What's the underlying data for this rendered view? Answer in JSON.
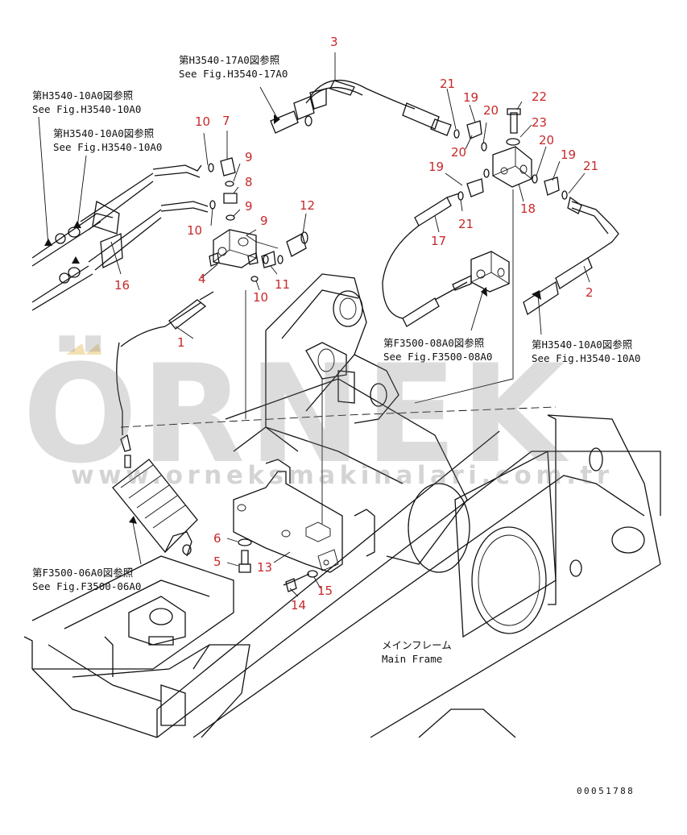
{
  "part_numbers": [
    "1",
    "2",
    "3",
    "4",
    "5",
    "6",
    "7",
    "8",
    "9",
    "9",
    "9",
    "10",
    "10",
    "10",
    "11",
    "12",
    "13",
    "14",
    "15",
    "16",
    "17",
    "18",
    "19",
    "19",
    "19",
    "20",
    "20",
    "20",
    "21",
    "21",
    "21",
    "22",
    "23"
  ],
  "references": {
    "h3540_17a0_jp": "第H3540-17A0図参照",
    "h3540_17a0_en": "See Fig.H3540-17A0",
    "h3540_10a0_jp": "第H3540-10A0図参照",
    "h3540_10a0_en": "See Fig.H3540-10A0",
    "f3500_08a0_jp": "第F3500-08A0図参照",
    "f3500_08a0_en": "See Fig.F3500-08A0",
    "f3500_06a0_jp": "第F3500-06A0図参照",
    "f3500_06a0_en": "See Fig.F3500-06A0",
    "main_frame_jp": "メインフレーム",
    "main_frame_en": "Main Frame"
  },
  "watermark": {
    "brand": "ÖRNEK",
    "url": "www.orneksmakinalari.com.tr"
  },
  "document_number": "00051788",
  "colors": {
    "callout": "#c8282a",
    "line": "#111111",
    "watermark": "#787878",
    "watermark_accent": "#e8c46a"
  }
}
